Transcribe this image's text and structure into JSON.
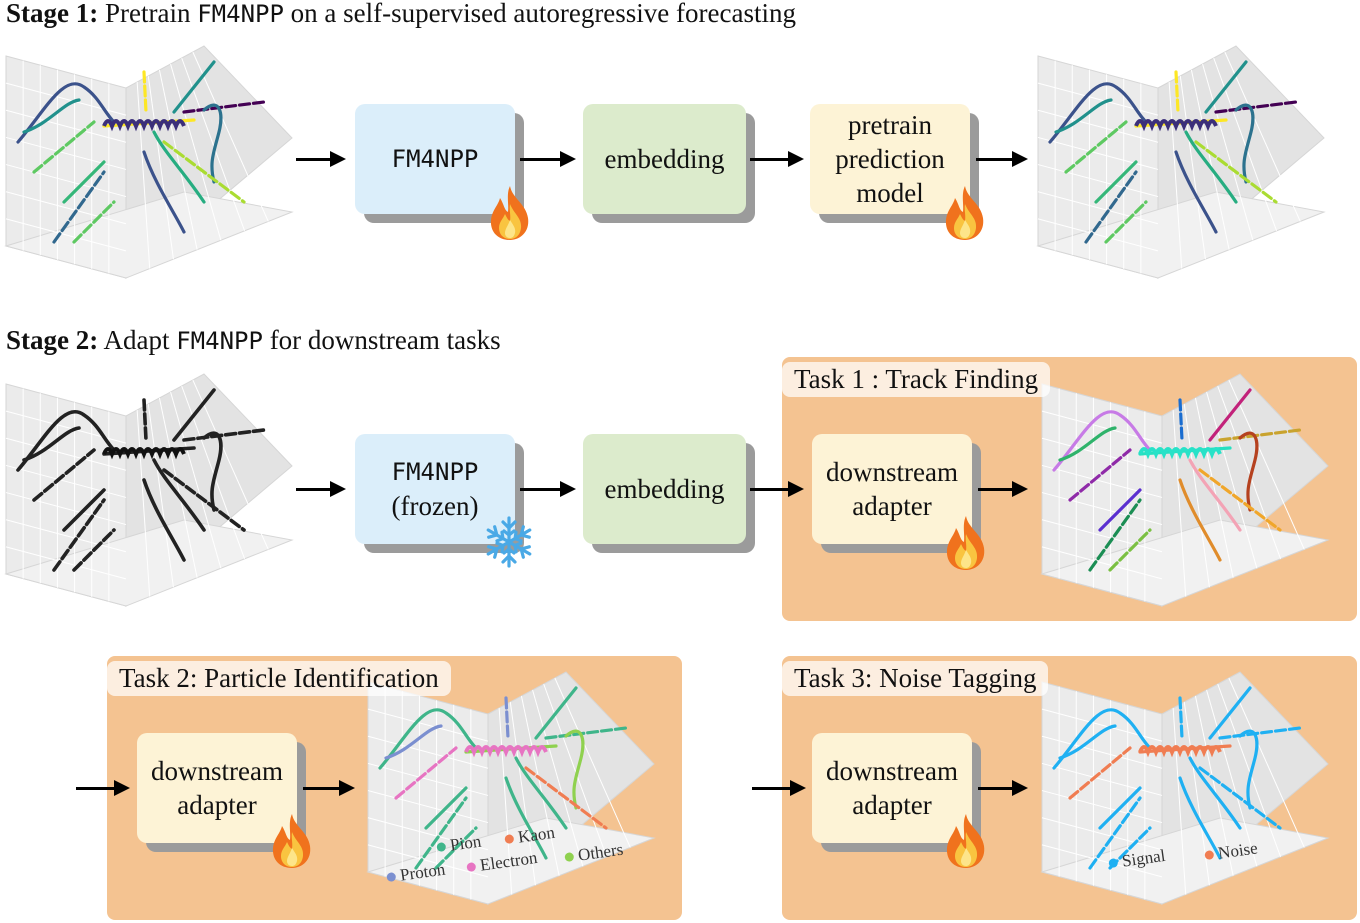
{
  "stage1": {
    "label": "Stage 1:",
    "text_a": "Pretrain",
    "model": "FM4NPP",
    "text_b": "on a self-supervised autoregressive forecasting"
  },
  "stage2": {
    "label": "Stage 2:",
    "text_a": "Adapt",
    "model": "FM4NPP",
    "text_b": "for downstream tasks"
  },
  "boxes": {
    "fm4npp": "FM4NPP",
    "fm4npp_frozen_1": "FM4NPP",
    "fm4npp_frozen_2": "(frozen)",
    "embedding": "embedding",
    "pretrain_1": "pretrain",
    "pretrain_2": "prediction",
    "pretrain_3": "model",
    "adapter_1": "downstream",
    "adapter_2": "adapter"
  },
  "tasks": {
    "task1": "Task 1 : Track Finding",
    "task2": "Task 2: Particle Identification",
    "task3": "Task 3: Noise Tagging"
  },
  "legend_pid": [
    {
      "label": "Pion",
      "color": "#3fb58a"
    },
    {
      "label": "Kaon",
      "color": "#f07d52"
    },
    {
      "label": "Proton",
      "color": "#7b8fd0"
    },
    {
      "label": "Electron",
      "color": "#e774c2"
    },
    {
      "label": "Others",
      "color": "#8fd14f"
    }
  ],
  "legend_noise": [
    {
      "label": "Signal",
      "color": "#1fb0f2"
    },
    {
      "label": "Noise",
      "color": "#f07d52"
    }
  ],
  "colors": {
    "panel": "#f4c391",
    "box_blue": "#dbeefa",
    "box_green": "#dcebcc",
    "box_cream": "#fdf3d6",
    "shadow": "#9b9b9b"
  },
  "icons": {
    "trainable": "fire-icon",
    "frozen": "snowflake-icon"
  }
}
